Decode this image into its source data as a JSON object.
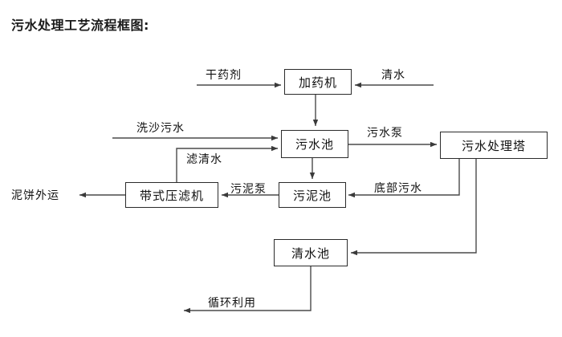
{
  "diagram": {
    "title": "污水处理工艺流程框图:",
    "line_color": "#444444",
    "box_border_color": "#2b2b2b",
    "text_color": "#111111",
    "nodes": [
      {
        "id": "dosing_machine",
        "label": "加药机"
      },
      {
        "id": "wastewater_pool",
        "label": "污水池"
      },
      {
        "id": "treatment_tower",
        "label": "污水处理塔"
      },
      {
        "id": "belt_filter_press",
        "label": "带式压滤机"
      },
      {
        "id": "sludge_pool",
        "label": "污泥池"
      },
      {
        "id": "clean_water_pool",
        "label": "清水池"
      }
    ],
    "edge_labels": [
      {
        "id": "dry_chemical",
        "label": "干药剂"
      },
      {
        "id": "clean_water_in",
        "label": "清水"
      },
      {
        "id": "sand_wash_wastewater",
        "label": "洗沙污水"
      },
      {
        "id": "filtered_clear_water",
        "label": "滤清水"
      },
      {
        "id": "wastewater_pump",
        "label": "污水泵"
      },
      {
        "id": "sludge_pump",
        "label": "污泥泵"
      },
      {
        "id": "bottom_wastewater",
        "label": "底部污水"
      },
      {
        "id": "recycle_reuse",
        "label": "循环利用"
      }
    ],
    "endpoint_labels": [
      {
        "id": "mud_cake_out",
        "label": "泥饼外运"
      }
    ]
  }
}
